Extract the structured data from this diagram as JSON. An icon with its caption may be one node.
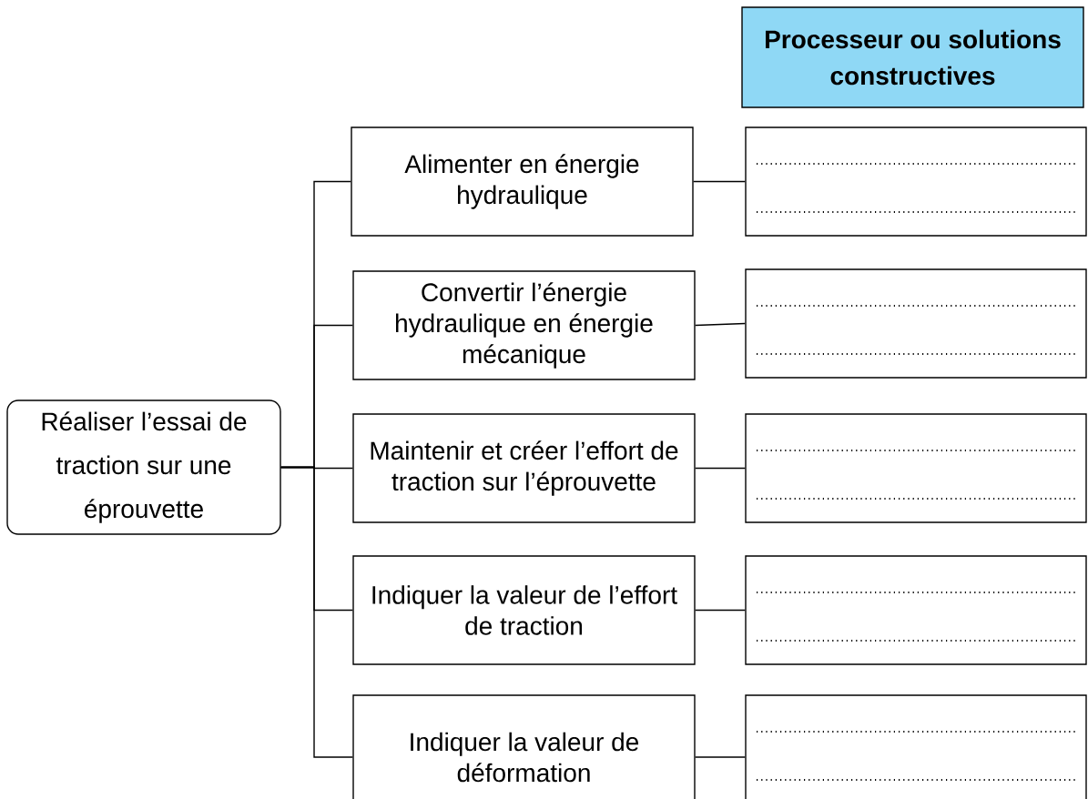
{
  "diagram": {
    "nodes": [
      {
        "text": [
          "Processeur ou solutions constructives"
        ]
      },
      {
        "text": [
          "Réaliser l’essai de traction sur une éprouvette"
        ]
      },
      {
        "text": [
          "Alimenter en énergie hydraulique"
        ]
      },
      {
        "text": [
          "Convertir l’énergie hydraulique  en énergie mécanique"
        ]
      },
      {
        "text": [
          "Maintenir et créer l’effort de traction sur l’éprouvette"
        ]
      },
      {
        "text": [
          "Indiquer la valeur de l’effort de traction"
        ]
      },
      {
        "text": [
          "Indiquer la valeur de déformation"
        ]
      },
      {
        "text": [],
        "shape": "box"
      },
      {
        "text": [],
        "shape": "box"
      },
      {
        "text": [],
        "shape": "box"
      },
      {
        "text": [],
        "shape": "box"
      },
      {
        "text": [],
        "shape": "box"
      }
    ],
    "edges": [
      {
        "from": 1,
        "to": 2,
        "arrow": "none"
      },
      {
        "from": 1,
        "to": 3,
        "arrow": "none"
      },
      {
        "from": 1,
        "to": 4,
        "arrow": "none"
      },
      {
        "from": 1,
        "to": 5,
        "arrow": "none"
      },
      {
        "from": 1,
        "to": 6,
        "arrow": "none"
      },
      {
        "from": 2,
        "to": 7,
        "arrow": "none"
      },
      {
        "from": 3,
        "to": 8,
        "arrow": "none"
      },
      {
        "from": 4,
        "to": 9,
        "arrow": "none"
      },
      {
        "from": 5,
        "to": 10,
        "arrow": "none"
      },
      {
        "from": 6,
        "to": 11,
        "arrow": "none"
      }
    ]
  }
}
